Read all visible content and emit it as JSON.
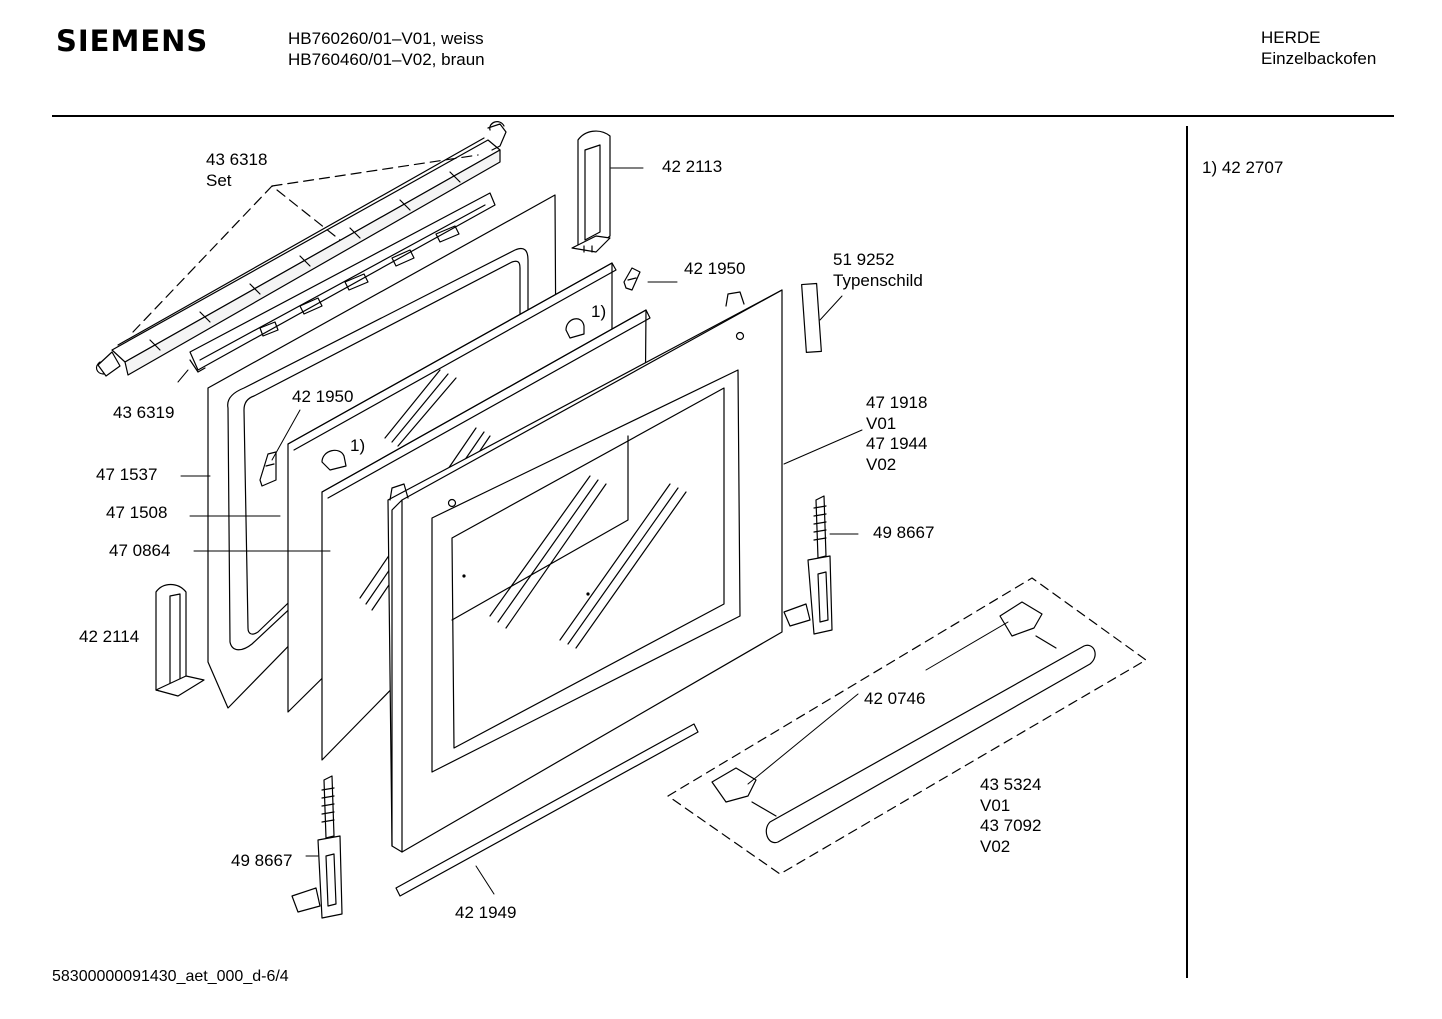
{
  "header": {
    "brand": "SIEMENS",
    "models": [
      "HB760260/01–V01, weiss",
      "HB760460/01–V02, braun"
    ],
    "category": [
      "HERDE",
      "Einzelbackofen"
    ]
  },
  "footnote": "1) 42 2707",
  "footer": {
    "document_id": "58300000091430_aet_000_d-6/4"
  },
  "callout_marks": [
    "1)",
    "1)"
  ],
  "parts": {
    "set_bar": [
      "43 6318",
      "Set"
    ],
    "end_cap": "43 6319",
    "right_bracket": "42 2113",
    "clip_right": "42 1950",
    "clip_left": "42 1950",
    "type_plate": [
      "51 9252",
      "Typenschild"
    ],
    "outer_door": [
      "47 1918",
      "V01",
      "47 1944",
      "V02"
    ],
    "inner_frame": "47 1537",
    "glass_mid": "47 1508",
    "glass_inner": "47 0864",
    "left_bracket": "42 2114",
    "hinge_right": "49 8667",
    "hinge_left": "49 8667",
    "handle_rod": "42 0746",
    "handle_set": [
      "43 5324",
      "V01",
      "43 7092",
      "V02"
    ],
    "seal_strip": "42 1949"
  }
}
